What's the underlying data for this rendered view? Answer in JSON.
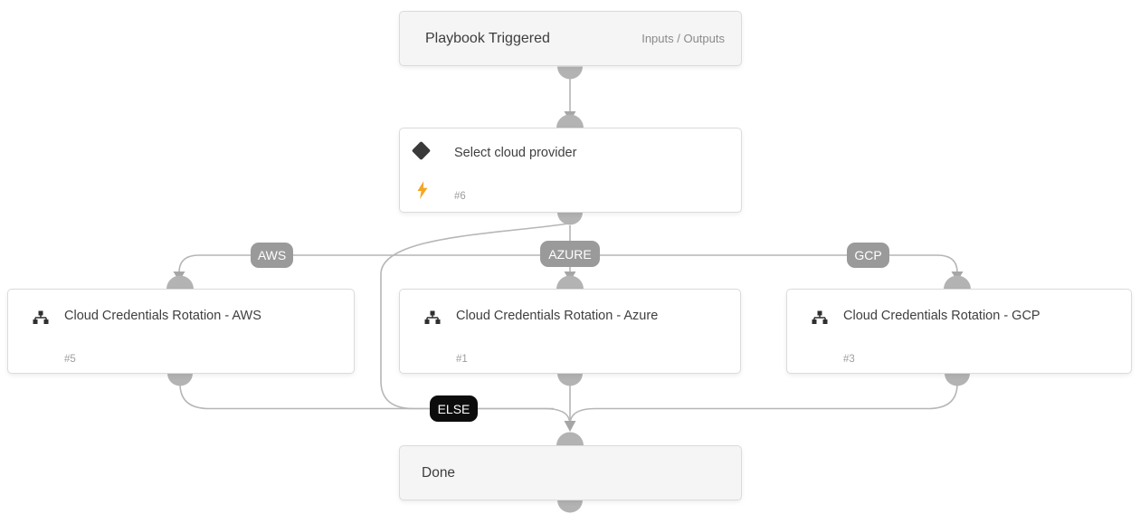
{
  "diagram": {
    "trigger": {
      "title": "Playbook Triggered",
      "io_link": "Inputs / Outputs"
    },
    "condition": {
      "title": "Select cloud provider",
      "task_id": "#6"
    },
    "branch_labels": {
      "aws": "AWS",
      "azure": "AZURE",
      "gcp": "GCP",
      "else_label": "ELSE"
    },
    "tasks": {
      "aws": {
        "title": "Cloud Credentials Rotation - AWS",
        "task_id": "#5"
      },
      "azure": {
        "title": "Cloud Credentials Rotation - Azure",
        "task_id": "#1"
      },
      "gcp": {
        "title": "Cloud Credentials Rotation - GCP",
        "task_id": "#3"
      }
    },
    "done": {
      "title": "Done"
    }
  },
  "icons": {
    "condition": "diamond-icon",
    "automation": "lightning-bolt-icon",
    "sub_playbook": "sitemap-icon"
  },
  "colors": {
    "edge": "#b6b6b6",
    "arrow": "#a6a6a6",
    "connector": "#b3b3b3",
    "branch_badge_bg": "#9a9a9a",
    "else_badge_bg": "#0c0c0c",
    "bolt": "#f5a623",
    "node_border": "#dbdbdb",
    "terminal_bg": "#f5f5f5"
  }
}
